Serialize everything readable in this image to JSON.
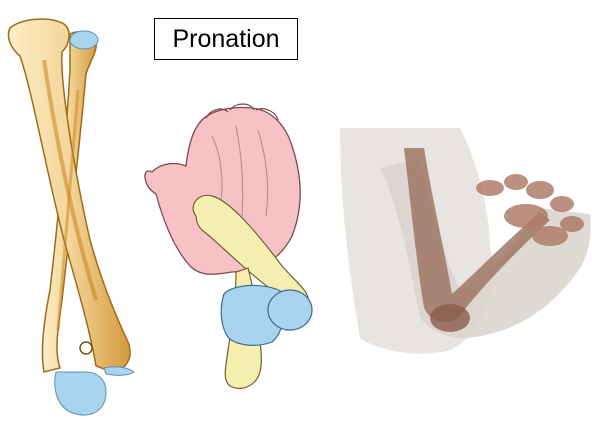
{
  "title": "Pronation",
  "colors": {
    "bone_fill": "#f6dfa8",
    "bone_shadow": "#c9841c",
    "cartilage_blue": "#a9d3ee",
    "skin_pink": "#f6c2c6",
    "render_background": "#ebe7e4",
    "render_bone": "#9a6f5c"
  },
  "panels": [
    {
      "name": "radius-ulna-crossed-bones",
      "icon": "bone-illustration"
    },
    {
      "name": "pronated-hand-with-bones",
      "icon": "hand-sketch"
    },
    {
      "name": "pronated-forearm-xray-render",
      "icon": "forearm-render"
    }
  ]
}
